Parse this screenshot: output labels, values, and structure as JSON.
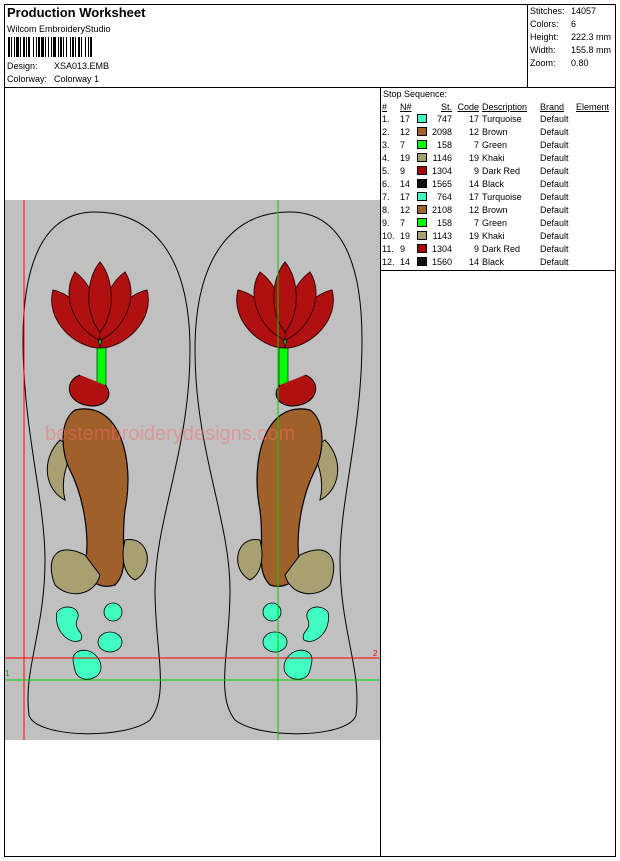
{
  "header": {
    "title": "Production Worksheet",
    "software": "Wilcom EmbroideryStudio",
    "design_label": "Design:",
    "design_value": "XSA013.EMB",
    "colorway_label": "Colorway:",
    "colorway_value": "Colorway 1"
  },
  "stats": [
    {
      "label": "Stitches:",
      "value": "14057"
    },
    {
      "label": "Colors:",
      "value": "6"
    },
    {
      "label": "Height:",
      "value": "222.3 mm"
    },
    {
      "label": "Width:",
      "value": "155.8 mm"
    },
    {
      "label": "Zoom:",
      "value": "0.80"
    }
  ],
  "sequence": {
    "title": "Stop Sequence:",
    "columns": [
      "#",
      "N#",
      "St.",
      "Code",
      "Description",
      "Brand",
      "Element"
    ],
    "rows": [
      {
        "idx": "1.",
        "n": "17",
        "color": "#40ffc0",
        "st": "747",
        "code": "17",
        "desc": "Turquoise",
        "brand": "Default"
      },
      {
        "idx": "2.",
        "n": "12",
        "color": "#a0602a",
        "st": "2098",
        "code": "12",
        "desc": "Brown",
        "brand": "Default"
      },
      {
        "idx": "3.",
        "n": "7",
        "color": "#00ff00",
        "st": "158",
        "code": "7",
        "desc": "Green",
        "brand": "Default"
      },
      {
        "idx": "4.",
        "n": "19",
        "color": "#a8a070",
        "st": "1146",
        "code": "19",
        "desc": "Khaki",
        "brand": "Default"
      },
      {
        "idx": "5.",
        "n": "9",
        "color": "#a00000",
        "st": "1304",
        "code": "9",
        "desc": "Dark Red",
        "brand": "Default"
      },
      {
        "idx": "6.",
        "n": "14",
        "color": "#101010",
        "st": "1565",
        "code": "14",
        "desc": "Black",
        "brand": "Default"
      },
      {
        "idx": "7.",
        "n": "17",
        "color": "#40ffc0",
        "st": "764",
        "code": "17",
        "desc": "Turquoise",
        "brand": "Default"
      },
      {
        "idx": "8.",
        "n": "12",
        "color": "#a0602a",
        "st": "2108",
        "code": "12",
        "desc": "Brown",
        "brand": "Default"
      },
      {
        "idx": "9.",
        "n": "7",
        "color": "#00ff00",
        "st": "158",
        "code": "7",
        "desc": "Green",
        "brand": "Default"
      },
      {
        "idx": "10.",
        "n": "19",
        "color": "#a8a070",
        "st": "1143",
        "code": "19",
        "desc": "Khaki",
        "brand": "Default"
      },
      {
        "idx": "11.",
        "n": "9",
        "color": "#a00000",
        "st": "1304",
        "code": "9",
        "desc": "Dark Red",
        "brand": "Default"
      },
      {
        "idx": "12.",
        "n": "14",
        "color": "#101010",
        "st": "1560",
        "code": "14",
        "desc": "Black",
        "brand": "Default"
      }
    ]
  },
  "preview": {
    "watermark": "bestembroiderydesigns.com",
    "marker_1": "1",
    "marker_2": "2",
    "background": "#c0c0c0",
    "guide_red": "#ff0000",
    "guide_green": "#00d000"
  }
}
